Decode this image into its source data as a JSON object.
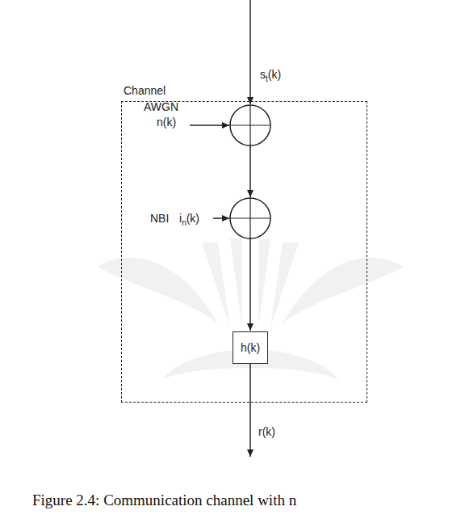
{
  "diagram": {
    "caption": "Figure 2.4: Communication channel with n",
    "nodes": [
      {
        "text": [
          "Channel"
        ]
      },
      {
        "text": [
          "h(k)"
        ],
        "in": 0
      }
    ],
    "labels": [
      "s",
      "t",
      "(k)",
      "AWGN",
      "n(k)",
      "NBI",
      "i",
      "n",
      "(k)",
      "r(k)"
    ]
  }
}
